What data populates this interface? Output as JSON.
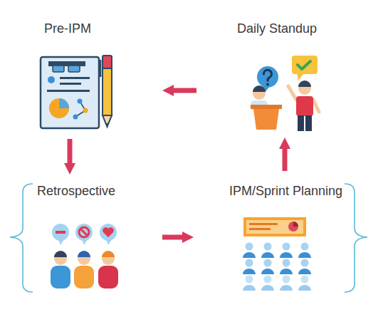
{
  "diagram": {
    "nodes": [
      {
        "text": [
          "Pre-IPM"
        ]
      },
      {
        "text": [
          "Daily Standup"
        ]
      },
      {
        "text": [
          "Retrospective"
        ]
      },
      {
        "text": [
          "IPM/Sprint Planning"
        ]
      }
    ],
    "edges": [
      {
        "from": 1,
        "to": 0,
        "arrow": "to"
      },
      {
        "from": 0,
        "to": 2,
        "arrow": "to"
      },
      {
        "from": 2,
        "to": 3,
        "arrow": "to"
      },
      {
        "from": 3,
        "to": 1,
        "arrow": "to"
      }
    ]
  }
}
